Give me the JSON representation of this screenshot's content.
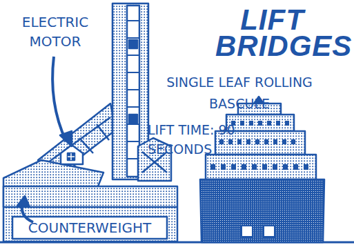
{
  "diagram": {
    "title": "LIFT BRIDGES",
    "labels": [
      "ELECTRIC MOTOR",
      "SINGLE LEAF ROLLING BASCULE",
      "LIFT TIME: 90 SECONDS",
      "COUNTERWEIGHT"
    ]
  }
}
